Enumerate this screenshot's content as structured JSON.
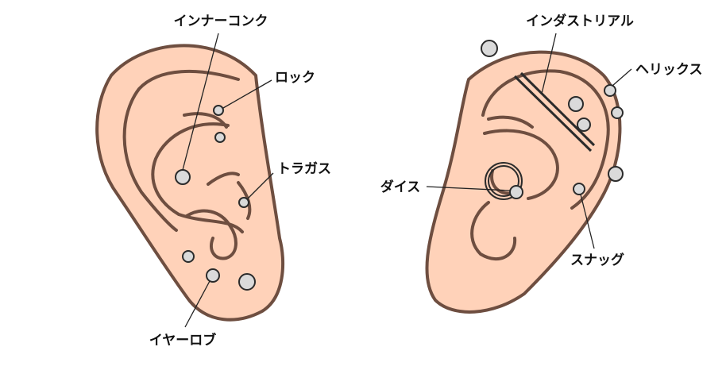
{
  "labels": {
    "inner_conch": "インナーコンク",
    "rook": "ロック",
    "tragus": "トラガス",
    "earlobe": "イヤーロブ",
    "industrial": "インダストリアル",
    "helix": "ヘリックス",
    "daith": "ダイス",
    "snug": "スナッグ"
  },
  "colors": {
    "skin": "#ffd2b9",
    "outline": "#6e4e40",
    "stud_fill": "#dadada",
    "stud_stroke": "#2b2b2b",
    "leader": "#222222"
  }
}
